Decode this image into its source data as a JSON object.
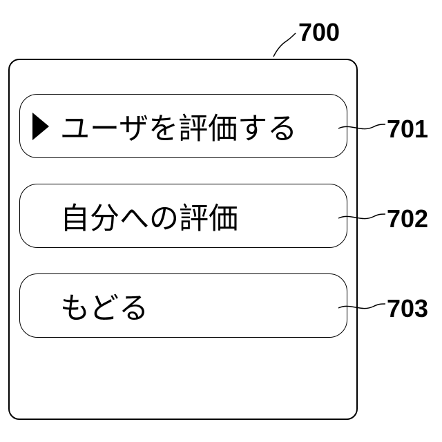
{
  "figure": {
    "screen_ref": "700",
    "menu": [
      {
        "label": "ユーザを評価する",
        "ref": "701",
        "selected": true,
        "pointer_icon": "right-triangle-pointer-icon"
      },
      {
        "label": "自分への評価",
        "ref": "702",
        "selected": false
      },
      {
        "label": "もどる",
        "ref": "703",
        "selected": false
      }
    ]
  }
}
